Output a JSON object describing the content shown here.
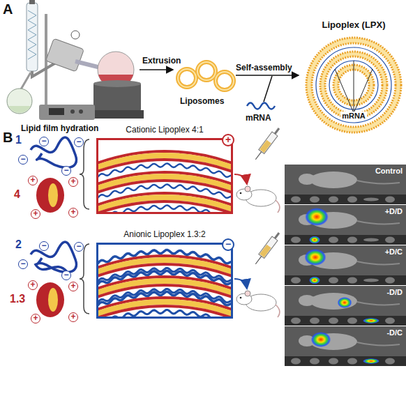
{
  "diagram": {
    "nodes": [
      {
        "text": [
          "Lipoplex (LPX)",
          "mRNA"
        ]
      },
      {
        "text": [
          "−"
        ]
      },
      {
        "text": [
          "−"
        ]
      },
      {
        "text": [
          "−"
        ]
      },
      {
        "text": [
          "−"
        ]
      },
      {
        "text": [
          "+"
        ]
      },
      {
        "text": [
          "+"
        ]
      },
      {
        "text": [
          "+"
        ]
      },
      {
        "text": [
          "+"
        ]
      },
      {
        "text": [
          "Cationic Lipoplex 4:1"
        ]
      },
      {
        "text": [
          "+"
        ],
        "in": 9
      },
      {
        "text": [
          "−"
        ]
      },
      {
        "text": [
          "−"
        ]
      },
      {
        "text": [
          "−"
        ]
      },
      {
        "text": [
          "−"
        ]
      },
      {
        "text": [
          "+"
        ]
      },
      {
        "text": [
          "+"
        ]
      },
      {
        "text": [
          "+"
        ]
      },
      {
        "text": [
          "+"
        ]
      },
      {
        "text": [
          "Anionic Lipoplex 1.3:2"
        ]
      },
      {
        "text": [
          "−"
        ],
        "in": 19
      },
      {
        "text": [
          "Control"
        ]
      },
      {
        "text": [
          "+D/D"
        ]
      },
      {
        "text": [
          "+D/C"
        ]
      },
      {
        "text": [
          "-D/D"
        ]
      },
      {
        "text": [
          "-D/C"
        ]
      }
    ],
    "labels": [
      "A",
      "Lipid film hydration",
      "Extrusion",
      "Liposomes",
      "Self-assembly",
      "mRNA",
      "B",
      "1",
      "4",
      "2",
      "1.3"
    ]
  }
}
